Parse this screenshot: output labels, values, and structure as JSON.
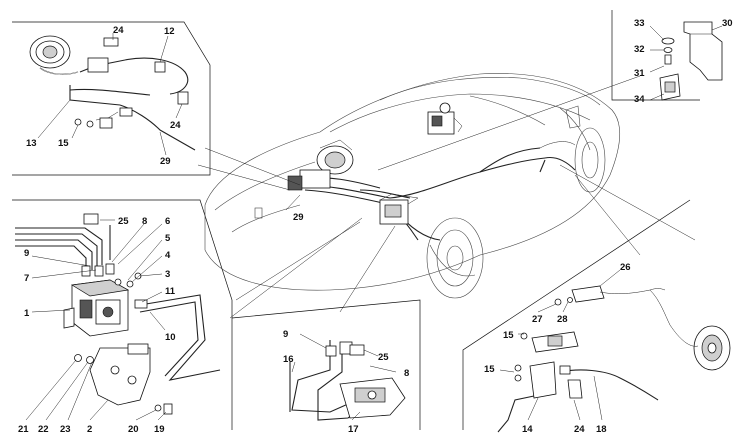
{
  "callouts": {
    "tl_24": "24",
    "tl_12": "12",
    "tl_13": "13",
    "tl_15": "15",
    "tl_24b": "24",
    "tl_29": "29",
    "tr_33": "33",
    "tr_30": "30",
    "tr_32": "32",
    "tr_31": "31",
    "tr_34": "34",
    "c_29": "29",
    "l_25": "25",
    "l_8": "8",
    "l_6": "6",
    "l_9": "9",
    "l_5": "5",
    "l_4": "4",
    "l_7": "7",
    "l_3": "3",
    "l_11": "11",
    "l_1": "1",
    "l_10": "10",
    "l_21": "21",
    "l_22": "22",
    "l_23": "23",
    "l_2": "2",
    "l_20": "20",
    "l_19": "19",
    "bc_9": "9",
    "bc_25": "25",
    "bc_16": "16",
    "bc_8": "8",
    "bc_17": "17",
    "br_26": "26",
    "br_27": "27",
    "br_28": "28",
    "br_15": "15",
    "br_15b": "15",
    "br_14": "14",
    "br_24": "24",
    "br_18": "18"
  },
  "icons": {
    "brake_booster": "brake-booster-icon",
    "abs_unit": "abs-modulator-icon",
    "wheel_sensor": "wheel-speed-sensor-icon"
  }
}
